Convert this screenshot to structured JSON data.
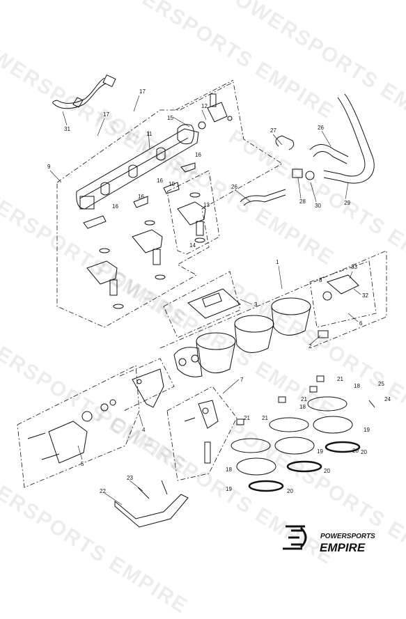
{
  "watermark": {
    "text": "POWERSPORTS EMPIRE"
  },
  "callouts": [
    "1",
    "2",
    "3",
    "4",
    "5",
    "6",
    "7",
    "8",
    "9",
    "10",
    "11",
    "12",
    "13",
    "14",
    "15",
    "16",
    "16",
    "16",
    "16",
    "17",
    "17",
    "18",
    "18",
    "18",
    "19",
    "19",
    "19",
    "20",
    "20",
    "20",
    "20",
    "21",
    "21",
    "21",
    "21",
    "22",
    "23",
    "24",
    "25",
    "26",
    "26",
    "27",
    "28",
    "29",
    "30",
    "31",
    "32",
    "33"
  ],
  "logo": {
    "line1": "POWERSPORTS",
    "line2": "EMPIRE"
  }
}
